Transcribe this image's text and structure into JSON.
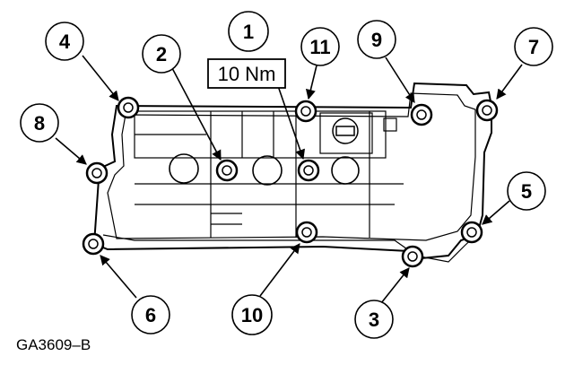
{
  "diagram": {
    "torque_label": "10 Nm",
    "figure_code": "GA3609–B",
    "callouts": {
      "c1": "1",
      "c2": "2",
      "c3": "3",
      "c4": "4",
      "c5": "5",
      "c6": "6",
      "c7": "7",
      "c8": "8",
      "c9": "9",
      "c10": "10",
      "c11": "11"
    }
  }
}
